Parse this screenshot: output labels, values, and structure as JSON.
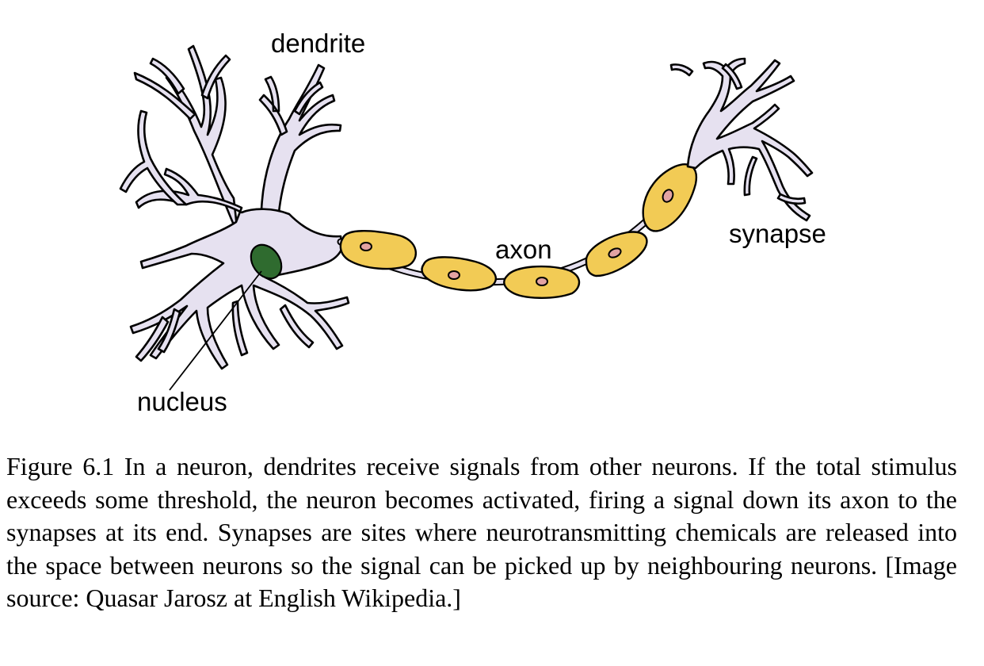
{
  "diagram": {
    "labels": {
      "dendrite": "dendrite",
      "axon": "axon",
      "synapse": "synapse",
      "nucleus": "nucleus"
    },
    "colors": {
      "cell_body": "#e6e1f0",
      "myelin_sheath": "#f2cb55",
      "schwann_nucleus": "#e3a3a3",
      "nucleus": "#2f6b2f",
      "outline": "#000000"
    }
  },
  "caption": {
    "text": "Figure 6.1 In a neuron, dendrites receive signals from other neurons.  If the total stimulus exceeds some threshold, the neuron becomes activated, firing a signal down its axon to the synapses at its end.  Synapses are sites where neurotransmitting chemicals are released into the space between neurons so the signal can be picked up by neighbouring neurons. [Image source: Quasar Jarosz at English Wikipedia.]"
  }
}
